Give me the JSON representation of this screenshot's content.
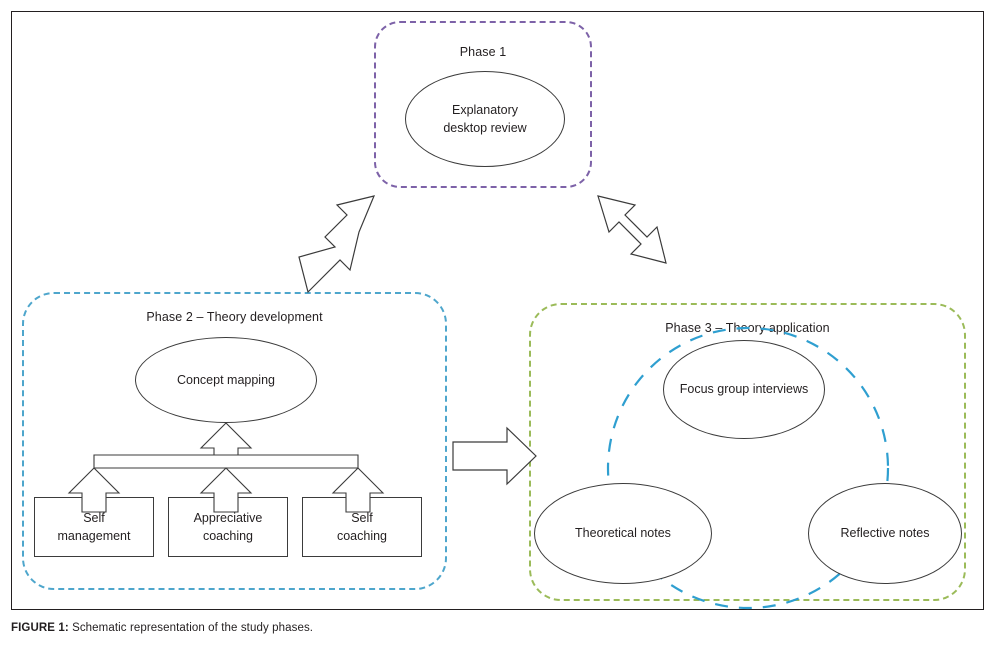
{
  "figure": {
    "caption_label": "FIGURE 1:",
    "caption_text": "Schematic representation of the study phases."
  },
  "colors": {
    "phase1_border": "#7d62a8",
    "phase2_border": "#4ea6cc",
    "phase3_border": "#9bbb59",
    "node_stroke": "#3b3b3b",
    "cycle_stroke": "#2f9fd0",
    "text": "#231f20",
    "frame": "#231f20"
  },
  "phases": [
    {
      "id": "phase-1",
      "title": "Phase 1",
      "border_style": "dashed",
      "nodes": [
        {
          "id": "explanatory-desktop-review",
          "shape": "ellipse",
          "label": "Explanatory\ndesktop review",
          "line1": "Explanatory",
          "line2": "desktop review"
        }
      ]
    },
    {
      "id": "phase-2",
      "title": "Phase 2 – Theory development",
      "border_style": "dashed",
      "nodes": [
        {
          "id": "concept-mapping",
          "shape": "ellipse",
          "label": "Concept mapping"
        },
        {
          "id": "self-management",
          "shape": "rect",
          "line1": "Self",
          "line2": "management"
        },
        {
          "id": "appreciative-coaching",
          "shape": "rect",
          "line1": "Appreciative",
          "line2": "coaching"
        },
        {
          "id": "self-coaching",
          "shape": "rect",
          "line1": "Self",
          "line2": "coaching"
        }
      ]
    },
    {
      "id": "phase-3",
      "title": "Phase 3 – Theory application",
      "border_style": "dashed",
      "nodes": [
        {
          "id": "focus-group-interviews",
          "shape": "ellipse",
          "label": "Focus group interviews"
        },
        {
          "id": "theoretical-notes",
          "shape": "ellipse",
          "label": "Theoretical notes"
        },
        {
          "id": "reflective-notes",
          "shape": "ellipse",
          "label": "Reflective notes"
        }
      ]
    }
  ],
  "connectors": [
    {
      "id": "arrow-phase1-phase2",
      "type": "double-headed-block-arrow",
      "direction": "diagonal-up-right"
    },
    {
      "id": "arrow-phase1-phase3",
      "type": "double-headed-block-arrow",
      "direction": "diagonal-up-left"
    },
    {
      "id": "arrow-phase2-phase3",
      "type": "block-arrow",
      "direction": "right"
    },
    {
      "id": "hierarchy-concept-to-leaves",
      "type": "org-chart-block-arrows",
      "direction": "up"
    },
    {
      "id": "cycle-phase3",
      "type": "dashed-circle",
      "direction": "cyclical"
    }
  ]
}
